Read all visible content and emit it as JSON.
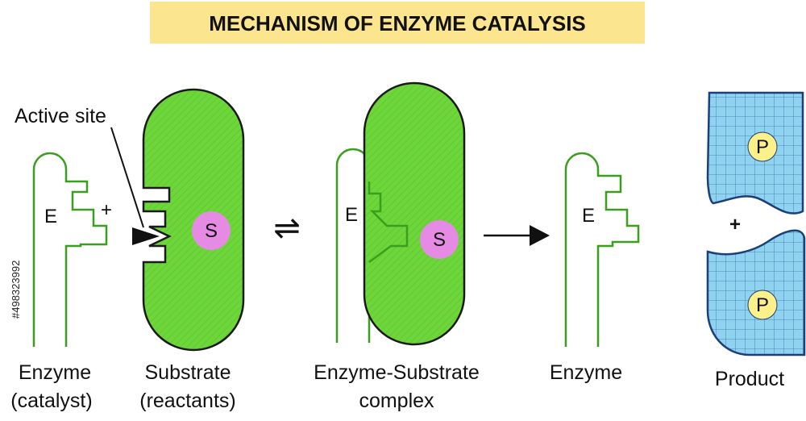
{
  "title": "MECHANISM OF ENZYME CATALYSIS",
  "colors": {
    "title_background": "#fbe58f",
    "substrate_fill": "#6dd63a",
    "enzyme_outline": "#3a9e1e",
    "substrate_circle": "#e58be3",
    "product_fill": "#8fd3f0",
    "product_circle": "#fbf08a"
  },
  "active_site_label": "Active site",
  "enzyme_letter": "E",
  "substrate_letter": "S",
  "product_letter": "P",
  "plus_sign": "+",
  "equilibrium_symbol": "⇌",
  "labels": {
    "enzyme_catalyst_line1": "Enzyme",
    "enzyme_catalyst_line2": "(catalyst)",
    "substrate_line1": "Substrate",
    "substrate_line2": "(reactants)",
    "complex_line1": "Enzyme-Substrate",
    "complex_line2": "complex",
    "enzyme": "Enzyme",
    "product": "Product"
  },
  "watermark_id": "#498323992"
}
